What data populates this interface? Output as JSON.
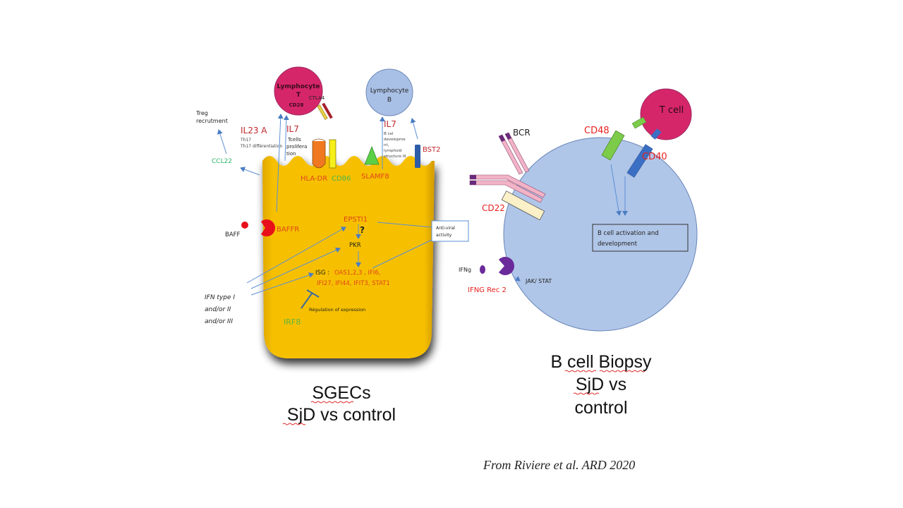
{
  "left_panel": {
    "title_line1": "SGECs",
    "title_line2": "SjD vs control",
    "lymphocyte_t": {
      "label_line1": "Lymphocyte",
      "label_line2": "T",
      "cd28": "CD28",
      "ctla4": "CTLA4"
    },
    "lymphocyte_b": {
      "label_line1": "Lymphocyte",
      "label_line2": "B"
    },
    "treg": {
      "line1": "Treg",
      "line2": "recrutment"
    },
    "ccl22": "CCL22",
    "il23a": {
      "name": "IL23 A",
      "desc": "Th17 différentiation"
    },
    "il7_t": {
      "name": "IL7",
      "desc_line1": "Tcells",
      "desc_line2": "prolifera",
      "desc_line3": "tion"
    },
    "il7_b": {
      "name": "IL7",
      "desc_line1": "B cel",
      "desc_line2": "developme",
      "desc_line3": "nt,",
      "desc_line4": "lymphoid",
      "desc_line5": "structure III"
    },
    "hla_dr": "HLA-DR",
    "cd86": "CD86",
    "slamf8": "SLAMF8",
    "bst2": "BST2",
    "baff": "BAFF",
    "baffr": "BAFFR",
    "epsti1": "EPSTI1",
    "question": "?",
    "pkr": "PKR",
    "antiviral_line1": "Anti-viral",
    "antiviral_line2": "activity",
    "isg_prefix": "ISG : ",
    "isg_line1": "OAS1,2,3 , IFI6,",
    "isg_line2": "IFI27, IFI44, IFIT3, STAT1",
    "ifn_line1": "IFN type I",
    "ifn_line2": "and/or II",
    "ifn_line3": "and/or III",
    "irf8": "IRF8",
    "regulation": "Régulation of expression"
  },
  "right_panel": {
    "title_line1": "B cell Biopsy",
    "title_line2": "SjD vs",
    "title_line3": "control",
    "t_cell": "T cell",
    "bcr": "BCR",
    "cd48": "CD48",
    "cd40": "CD40",
    "cd22": "CD22",
    "activation_line1": "B cell activation and",
    "activation_line2": "development",
    "ifng": "IFNg",
    "ifng_rec": "IFNG Rec 2",
    "jak_stat": "JAK/ STAT"
  },
  "reference": "From Riviere et al. ARD 2020",
  "colors": {
    "cell_yellow": "#f5b800",
    "t_lymph": "#d6266a",
    "b_lymph": "#a9c0e6",
    "label_red": "#e8201f"
  }
}
